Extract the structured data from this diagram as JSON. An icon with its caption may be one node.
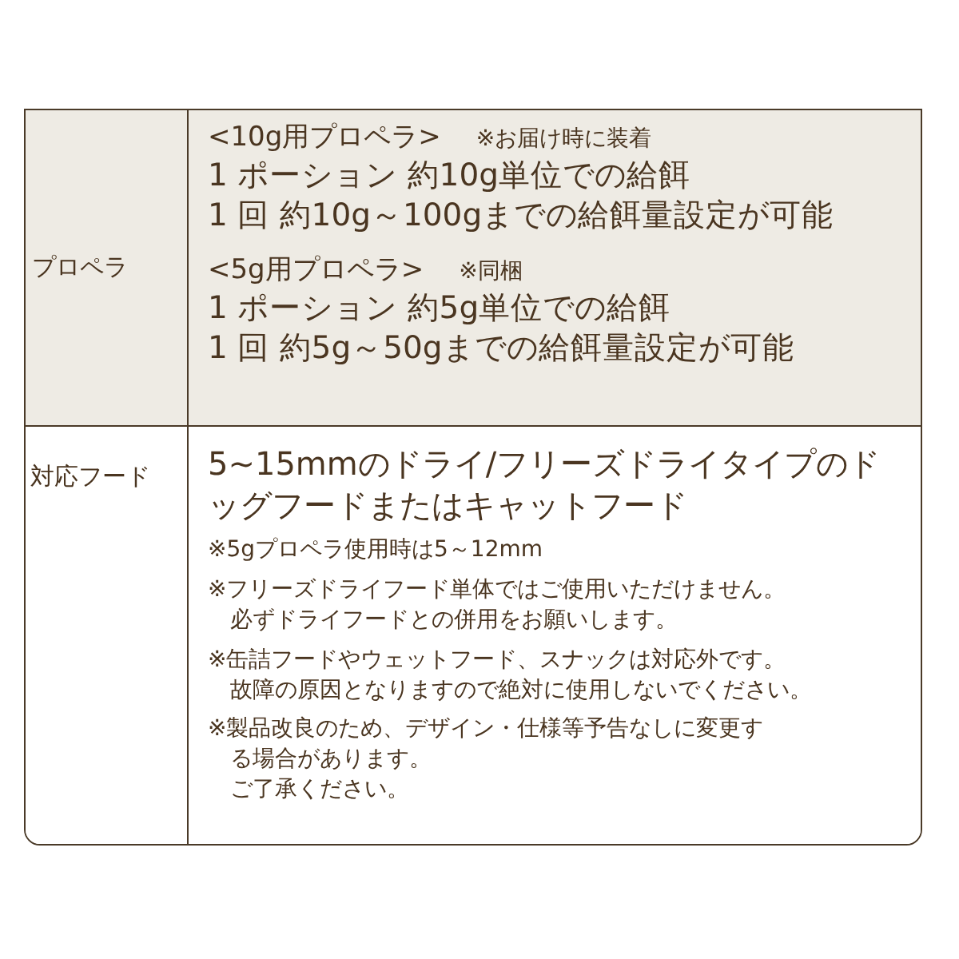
{
  "diagram": {
    "labels": [
      "プロペラ",
      "<10g用プロペラ>",
      "※お届け時に装着",
      "1 ポーション 約10g単位での給餌",
      "1 回 約10g～100gまでの給餌量設定が可能",
      "<5g用プロペラ>",
      "※同梱",
      "1 ポーション 約5g単位での給餌",
      "1 回 約5g～50gまでの給餌量設定が可能",
      "対応フード",
      "5~15mmのドライ/フリーズドライタイプのドッグフードまたはキャットフード",
      "※5gプロペラ使用時は5～12mm",
      "※フリーズドライフード単体ではご使用いただけません。",
      "必ずドライフードとの併用をお願いします。",
      "※缶詰フードやウェットフード、スナックは対応外です。",
      "故障の原因となりますので絶対に使用しないでください。",
      "※製品改良のため、デザイン・仕様等予告なしに変更する場合があります。",
      "ご了承ください。"
    ]
  }
}
